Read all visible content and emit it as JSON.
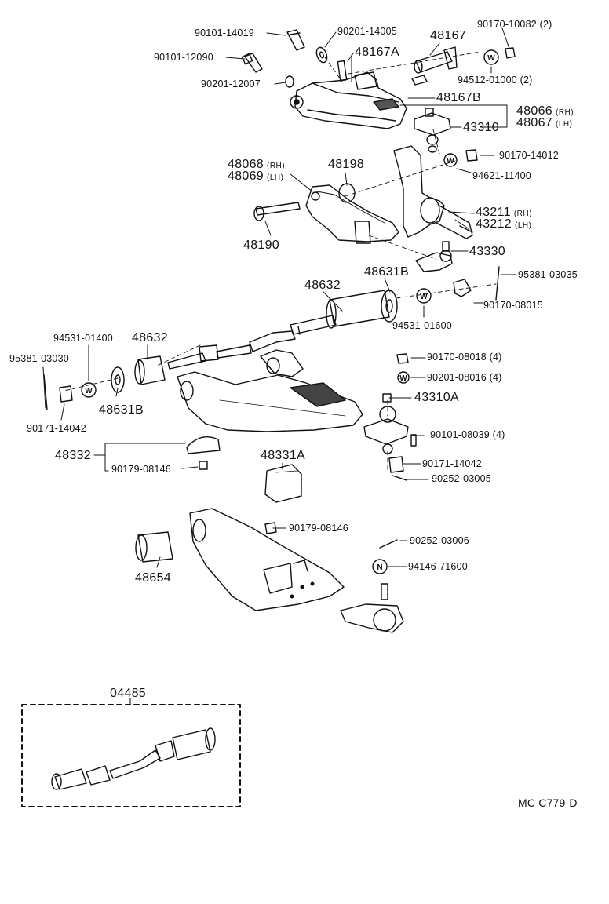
{
  "diagram_code": "MC  C779-D",
  "kit_label": "04485",
  "washer_marker": "W",
  "nut_marker": "N",
  "labels": {
    "p90101_14019": "90101-14019",
    "p90201_14005": "90201-14005",
    "p48167": "48167",
    "p90170_10082": "90170-10082",
    "p90170_10082_qty": "(2)",
    "p90101_12090": "90101-12090",
    "p48167A": "48167A",
    "p94512_01000": "94512-01000",
    "p94512_01000_qty": "(2)",
    "p90201_12007": "90201-12007",
    "p48167B": "48167B",
    "p48066": "48066",
    "p48066_side": "(RH)",
    "p48067": "48067",
    "p48067_side": "(LH)",
    "p43310": "43310",
    "p90170_14012": "90170-14012",
    "p48068": "48068",
    "p48068_side": "(RH)",
    "p48069": "48069",
    "p48069_side": "(LH)",
    "p48198": "48198",
    "p94621_11400": "94621-11400",
    "p43211": "43211",
    "p43211_side": "(RH)",
    "p43212": "43212",
    "p43212_side": "(LH)",
    "p48190": "48190",
    "p43330": "43330",
    "p48632_top": "48632",
    "p48631B_top": "48631B",
    "p95381_03035": "95381-03035",
    "p90170_08015": "90170-08015",
    "p94531_01600": "94531-01600",
    "p94531_01400": "94531-01400",
    "p48632_left": "48632",
    "p95381_03030": "95381-03030",
    "p90170_08018": "90170-08018",
    "p90170_08018_qty": "(4)",
    "p90201_08016": "90201-08016",
    "p90201_08016_qty": "(4)",
    "p43310A": "43310A",
    "p48631B_left": "48631B",
    "p90171_14042_left": "90171-14042",
    "p90101_08039": "90101-08039",
    "p90101_08039_qty": "(4)",
    "p48332": "48332",
    "p90179_08146_a": "90179-08146",
    "p90171_14042_right": "90171-14042",
    "p90252_03005": "90252-03005",
    "p48331A": "48331A",
    "p90179_08146_b": "90179-08146",
    "p90252_03006": "90252-03006",
    "p48654": "48654",
    "p94146_71600": "94146-71600"
  }
}
